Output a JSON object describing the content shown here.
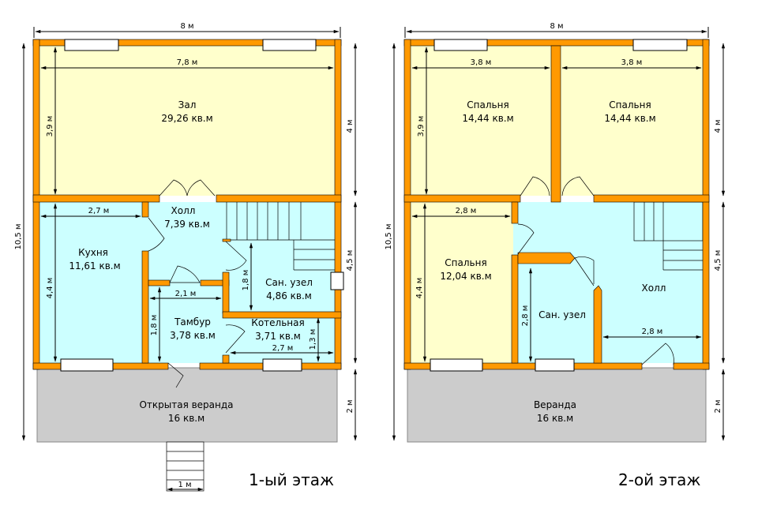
{
  "floor1": {
    "title": "1-ый этаж",
    "dims": {
      "width_total": "8 м",
      "height_total": "10,5 м",
      "right_top": "4 м",
      "right_mid": "4,5 м",
      "right_bottom": "2 м",
      "zal_w": "7,8 м",
      "zal_h": "3,9 м",
      "kitchen_w": "2,7 м",
      "kitchen_h": "4,4 м",
      "tambur_w": "2,1 м",
      "tambur_h": "1,8 м",
      "bath_h": "1,8 м",
      "boiler_w": "2,7 м",
      "boiler_h": "1,3 м",
      "stairs_w": "1 м"
    },
    "rooms": [
      {
        "name": "Зал",
        "area": "29,26 кв.м"
      },
      {
        "name": "Холл",
        "area": "7,39 кв.м"
      },
      {
        "name": "Кухня",
        "area": "11,61 кв.м"
      },
      {
        "name": "Сан. узел",
        "area": "4,86 кв.м"
      },
      {
        "name": "Тамбур",
        "area": "3,78 кв.м"
      },
      {
        "name": "Котельная",
        "area": "3,71 кв.м"
      },
      {
        "name": "Открытая веранда",
        "area": "16 кв.м"
      }
    ]
  },
  "floor2": {
    "title": "2-ой этаж",
    "dims": {
      "width_total": "8 м",
      "height_total": "10,5 м",
      "right_top": "4 м",
      "right_mid": "4,5 м",
      "right_bottom": "2 м",
      "bed1_w": "3,8 м",
      "bed2_w": "3,8 м",
      "bed_h": "3,9 м",
      "bed3_w": "2,8 м",
      "bed3_h": "4,4 м",
      "bath_h": "2,8 м",
      "hall_w": "2,8 м"
    },
    "rooms": [
      {
        "name": "Спальня",
        "area": "14,44 кв.м"
      },
      {
        "name": "Спальня",
        "area": "14,44 кв.м"
      },
      {
        "name": "Спальня",
        "area": "12,04 кв.м"
      },
      {
        "name": "Сан. узел"
      },
      {
        "name": "Холл"
      },
      {
        "name": "Веранда",
        "area": "16 кв.м"
      }
    ]
  },
  "colors": {
    "wall": "#ff9900",
    "living": "#ffffcc",
    "service": "#ccffff",
    "veranda": "#cccccc"
  }
}
